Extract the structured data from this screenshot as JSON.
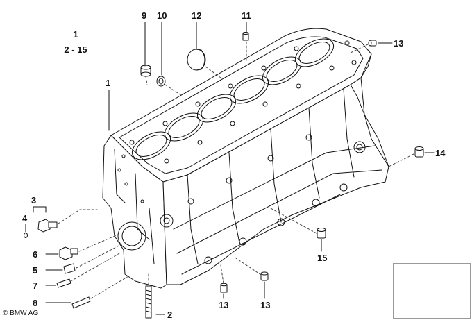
{
  "diagram": {
    "reference": {
      "numerator": "1",
      "denominator": "2 - 15"
    },
    "callouts": {
      "c1": "1",
      "c2": "2",
      "c3": "3",
      "c4": "4",
      "c5": "5",
      "c6": "6",
      "c7": "7",
      "c8": "8",
      "c9": "9",
      "c10": "10",
      "c11": "11",
      "c12": "12",
      "c13a": "13",
      "c13b": "13",
      "c13c": "13",
      "c14": "14",
      "c15": "15"
    },
    "copyright": "© BMW AG"
  }
}
